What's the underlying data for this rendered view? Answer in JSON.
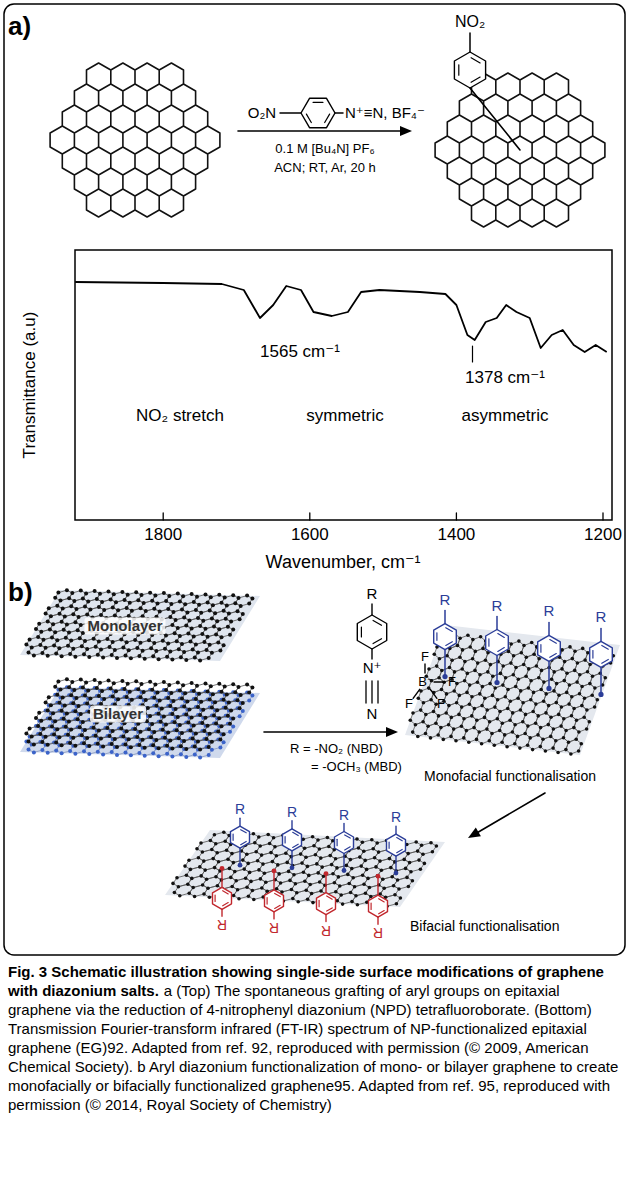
{
  "diagram": {
    "title": "Fig. 3 Schematic illustration showing single-side surface modifications of graphene with diazonium salts.",
    "caption": "a (Top) The spontaneous grafting of aryl groups on epitaxial graphene via the reduction of 4-nitrophenyl diazonium (NPD) tetrafluoroborate. (Bottom) Transmission Fourier-transform infrared (FT-IR) spectrum of NP-functionalized epitaxial graphene (EG)92. Adapted from ref. 92, reproduced with permission (© 2009, American Chemical Society). b Aryl diazonium functionalization of mono- or bilayer graphene to create monofacially or bifacially functionalized graphene95. Adapted from ref. 95, reproduced with permission (© 2014, Royal Society of Chemistry)",
    "labels": [
      "a)",
      "NO₂",
      "O₂N",
      "N⁺≡N, BF₄⁻",
      "0.1 M [Bu₄N] PF₆",
      "ACN; RT, Ar, 20 h",
      "Transmittance (a.u)",
      "1565 cm⁻¹",
      "NO₂ stretch",
      "symmetric",
      "1378 cm⁻¹",
      "asymmetric",
      "1800",
      "1600",
      "1400",
      "1200",
      "Wavenumber, cm⁻¹",
      "b)",
      "Monolayer",
      "Bilayer",
      "R",
      "N⁺",
      "N",
      "F",
      "F",
      "F",
      "F",
      "B⁻",
      "R = -NO₂ (NBD)",
      "= -OCH₃ (MBD)",
      "R",
      "R",
      "R",
      "R",
      "Monofacial functionalisation",
      "R",
      "R",
      "R",
      "R",
      "R",
      "R",
      "R",
      "R",
      "Bifacial functionalisation"
    ]
  }
}
